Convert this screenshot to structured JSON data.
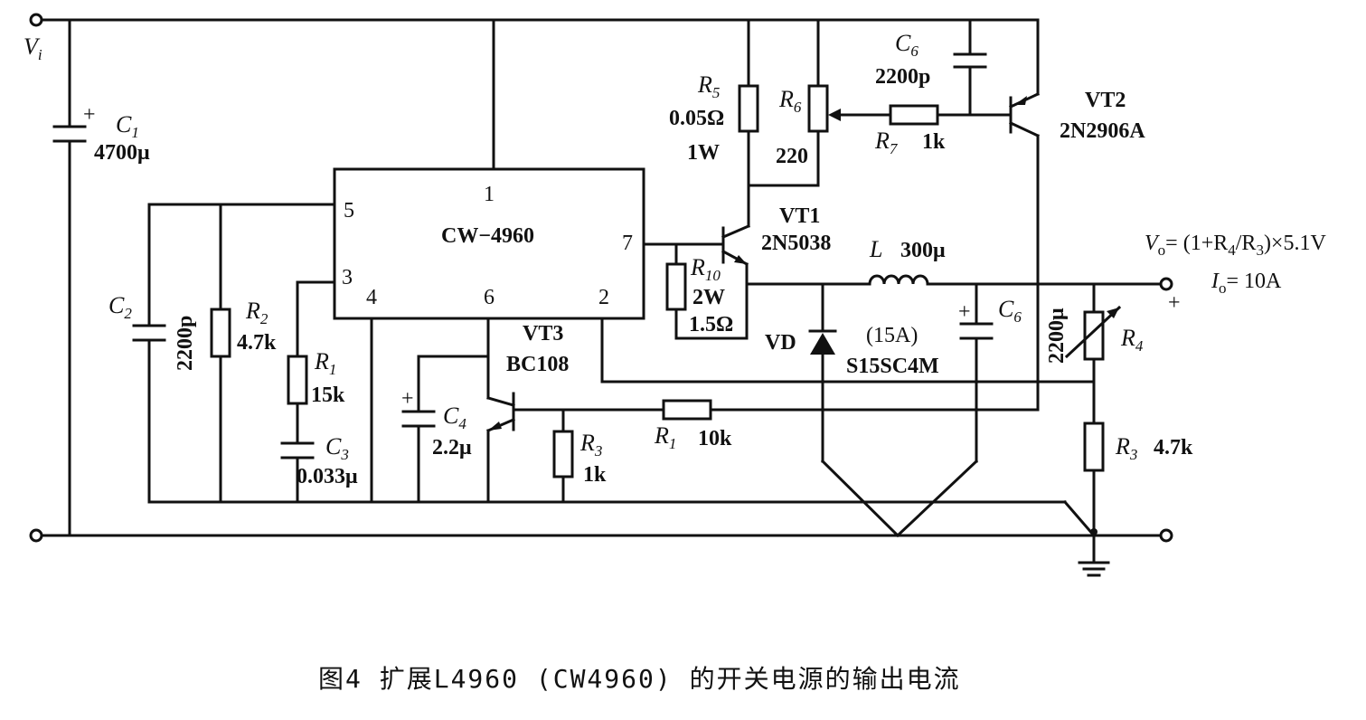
{
  "caption": "图4  扩展L4960 (CW4960) 的开关电源的输出电流",
  "ic": {
    "name": "CW−4960",
    "pins": {
      "p1": "1",
      "p2": "2",
      "p3": "3",
      "p4": "4",
      "p5": "5",
      "p6": "6",
      "p7": "7"
    }
  },
  "input": {
    "label": "V",
    "sub": "i"
  },
  "output": {
    "vo_prefix": "V",
    "vo_sub": "o",
    "vo_formula": "= (1+R",
    "vo_s4": "4",
    "vo_mid": "/R",
    "vo_s3": "3",
    "vo_tail": ")×5.1V",
    "io_prefix": "I",
    "io_sub": "o",
    "io_value": "= 10A",
    "plus": "+"
  },
  "components": {
    "C1": {
      "name": "C",
      "sub": "1",
      "value": "4700μ",
      "polarity": "+"
    },
    "C2": {
      "name": "C",
      "sub": "2",
      "value": "2200p"
    },
    "C3": {
      "name": "C",
      "sub": "3",
      "value": "0.033μ"
    },
    "C4": {
      "name": "C",
      "sub": "4",
      "value": "2.2μ",
      "polarity": "+"
    },
    "C6a": {
      "name": "C",
      "sub": "6",
      "value": "2200p"
    },
    "C6b": {
      "name": "C",
      "sub": "6",
      "value": "2200μ",
      "polarity": "+"
    },
    "R1a": {
      "name": "R",
      "sub": "1",
      "value": "15k"
    },
    "R1b": {
      "name": "R",
      "sub": "1",
      "value": "10k"
    },
    "R2": {
      "name": "R",
      "sub": "2",
      "value": "4.7k"
    },
    "R3a": {
      "name": "R",
      "sub": "3",
      "value": "1k"
    },
    "R3b": {
      "name": "R",
      "sub": "3",
      "value": "4.7k"
    },
    "R4": {
      "name": "R",
      "sub": "4"
    },
    "R5": {
      "name": "R",
      "sub": "5",
      "value": "0.05Ω",
      "power": "1W"
    },
    "R6": {
      "name": "R",
      "sub": "6",
      "value": "220"
    },
    "R7": {
      "name": "R",
      "sub": "7",
      "value": "1k"
    },
    "R10": {
      "name": "R",
      "sub": "10",
      "power": "2W",
      "value": "1.5Ω"
    },
    "L": {
      "name": "L",
      "value": "300μ"
    },
    "VD": {
      "name": "VD",
      "rating": "(15A)",
      "part": "S15SC4M"
    },
    "VT1": {
      "name": "VT1",
      "part": "2N5038"
    },
    "VT2": {
      "name": "VT2",
      "part": "2N2906A"
    },
    "VT3": {
      "name": "VT3",
      "part": "BC108"
    }
  }
}
